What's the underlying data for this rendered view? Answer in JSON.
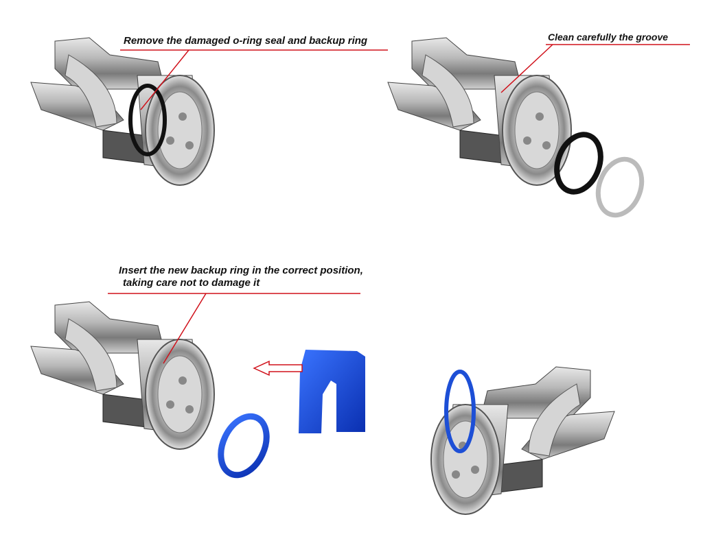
{
  "steps": [
    {
      "caption": "Remove the damaged o-ring seal and backup ring"
    },
    {
      "caption": "Clean carefully the groove"
    },
    {
      "caption_line1": "Insert the new backup ring in the correct position,",
      "caption_line2": "taking care not to damage it"
    }
  ],
  "colors": {
    "leader": "#d0101a",
    "backup_ring": "#1d4fd6",
    "oring": "#111111",
    "metal": "#a9a9a9"
  }
}
